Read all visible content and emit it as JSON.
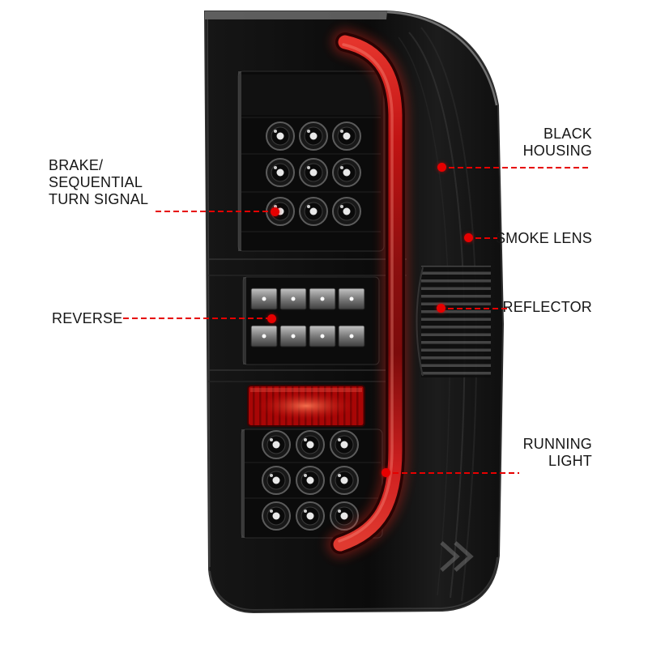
{
  "accent_color": "#e60000",
  "background_color": "#ffffff",
  "product": {
    "type": "LED tail light illustration",
    "housing_color": "#0b0b0b",
    "light_bar_color": "#c01313",
    "reflector_strip_color": "#a80606"
  },
  "callouts": {
    "brake": "BRAKE/\nSEQUENTIAL\nTURN SIGNAL",
    "reverse": "REVERSE",
    "black_housing": "BLACK\nHOUSING",
    "smoke_lens": "SMOKE LENS",
    "reflector": "REFLECTOR",
    "running_light": "RUNNING\nLIGHT"
  }
}
